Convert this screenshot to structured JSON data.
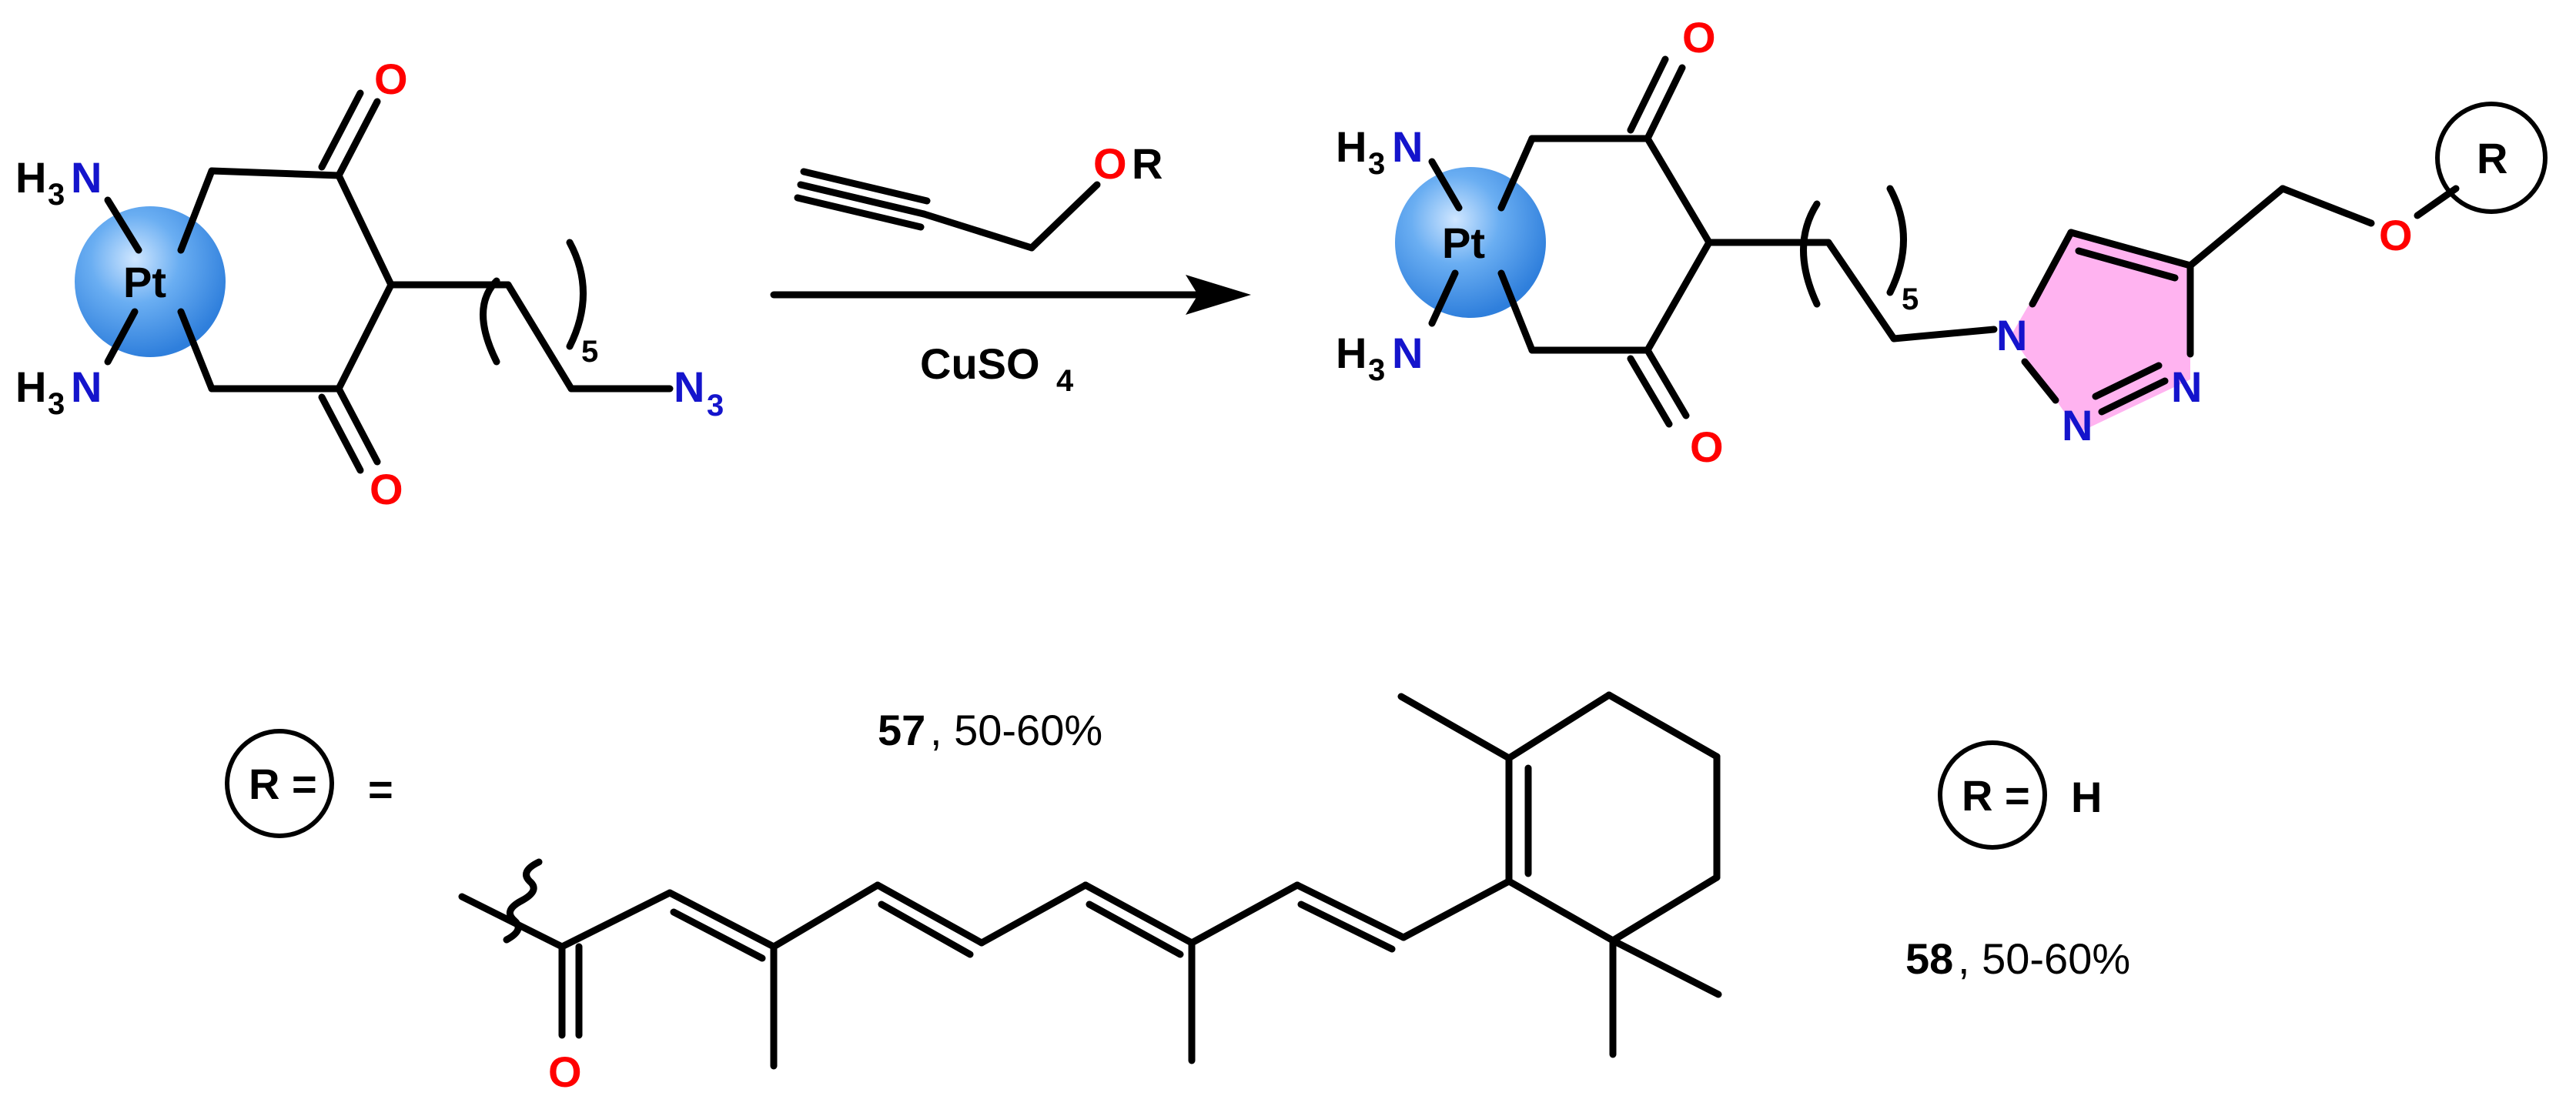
{
  "colors": {
    "nitrogen": "#1414cc",
    "oxygen": "#ff0000",
    "platinum_sphere": "#3f8fe8",
    "triazole_fill": "#ffb3f0"
  },
  "reactant": {
    "metal": "Pt",
    "amine_top": "H",
    "amine_top_sub": "3",
    "amine_top_n": "N",
    "amine_bottom": "H",
    "amine_bottom_sub": "3",
    "amine_bottom_n": "N",
    "oxygen_top": "O",
    "oxygen_bottom": "O",
    "repeat_count": "5",
    "azide": "N",
    "azide_sub": "3"
  },
  "reagent": {
    "oxygen": "O",
    "r_group": "R",
    "catalyst": "CuSO",
    "catalyst_sub": "4"
  },
  "product": {
    "metal": "Pt",
    "amine_top": "H",
    "amine_top_sub": "3",
    "amine_top_n": "N",
    "amine_bottom": "H",
    "amine_bottom_sub": "3",
    "amine_bottom_n": "N",
    "oxygen_top": "O",
    "oxygen_bottom": "O",
    "repeat_count": "5",
    "triazole_n1": "N",
    "triazole_n2": "N",
    "triazole_n3": "N",
    "ether_oxygen": "O",
    "r_group": "R"
  },
  "definitions": {
    "r_label_1": "R =",
    "equals": "=",
    "compound_57_bold": "57",
    "compound_57_yield": ", 50-60%",
    "carbonyl_oxygen": "O",
    "r_label_2": "R =",
    "r_value_2": "H",
    "compound_58_bold": "58",
    "compound_58_yield": ", 50-60%"
  }
}
